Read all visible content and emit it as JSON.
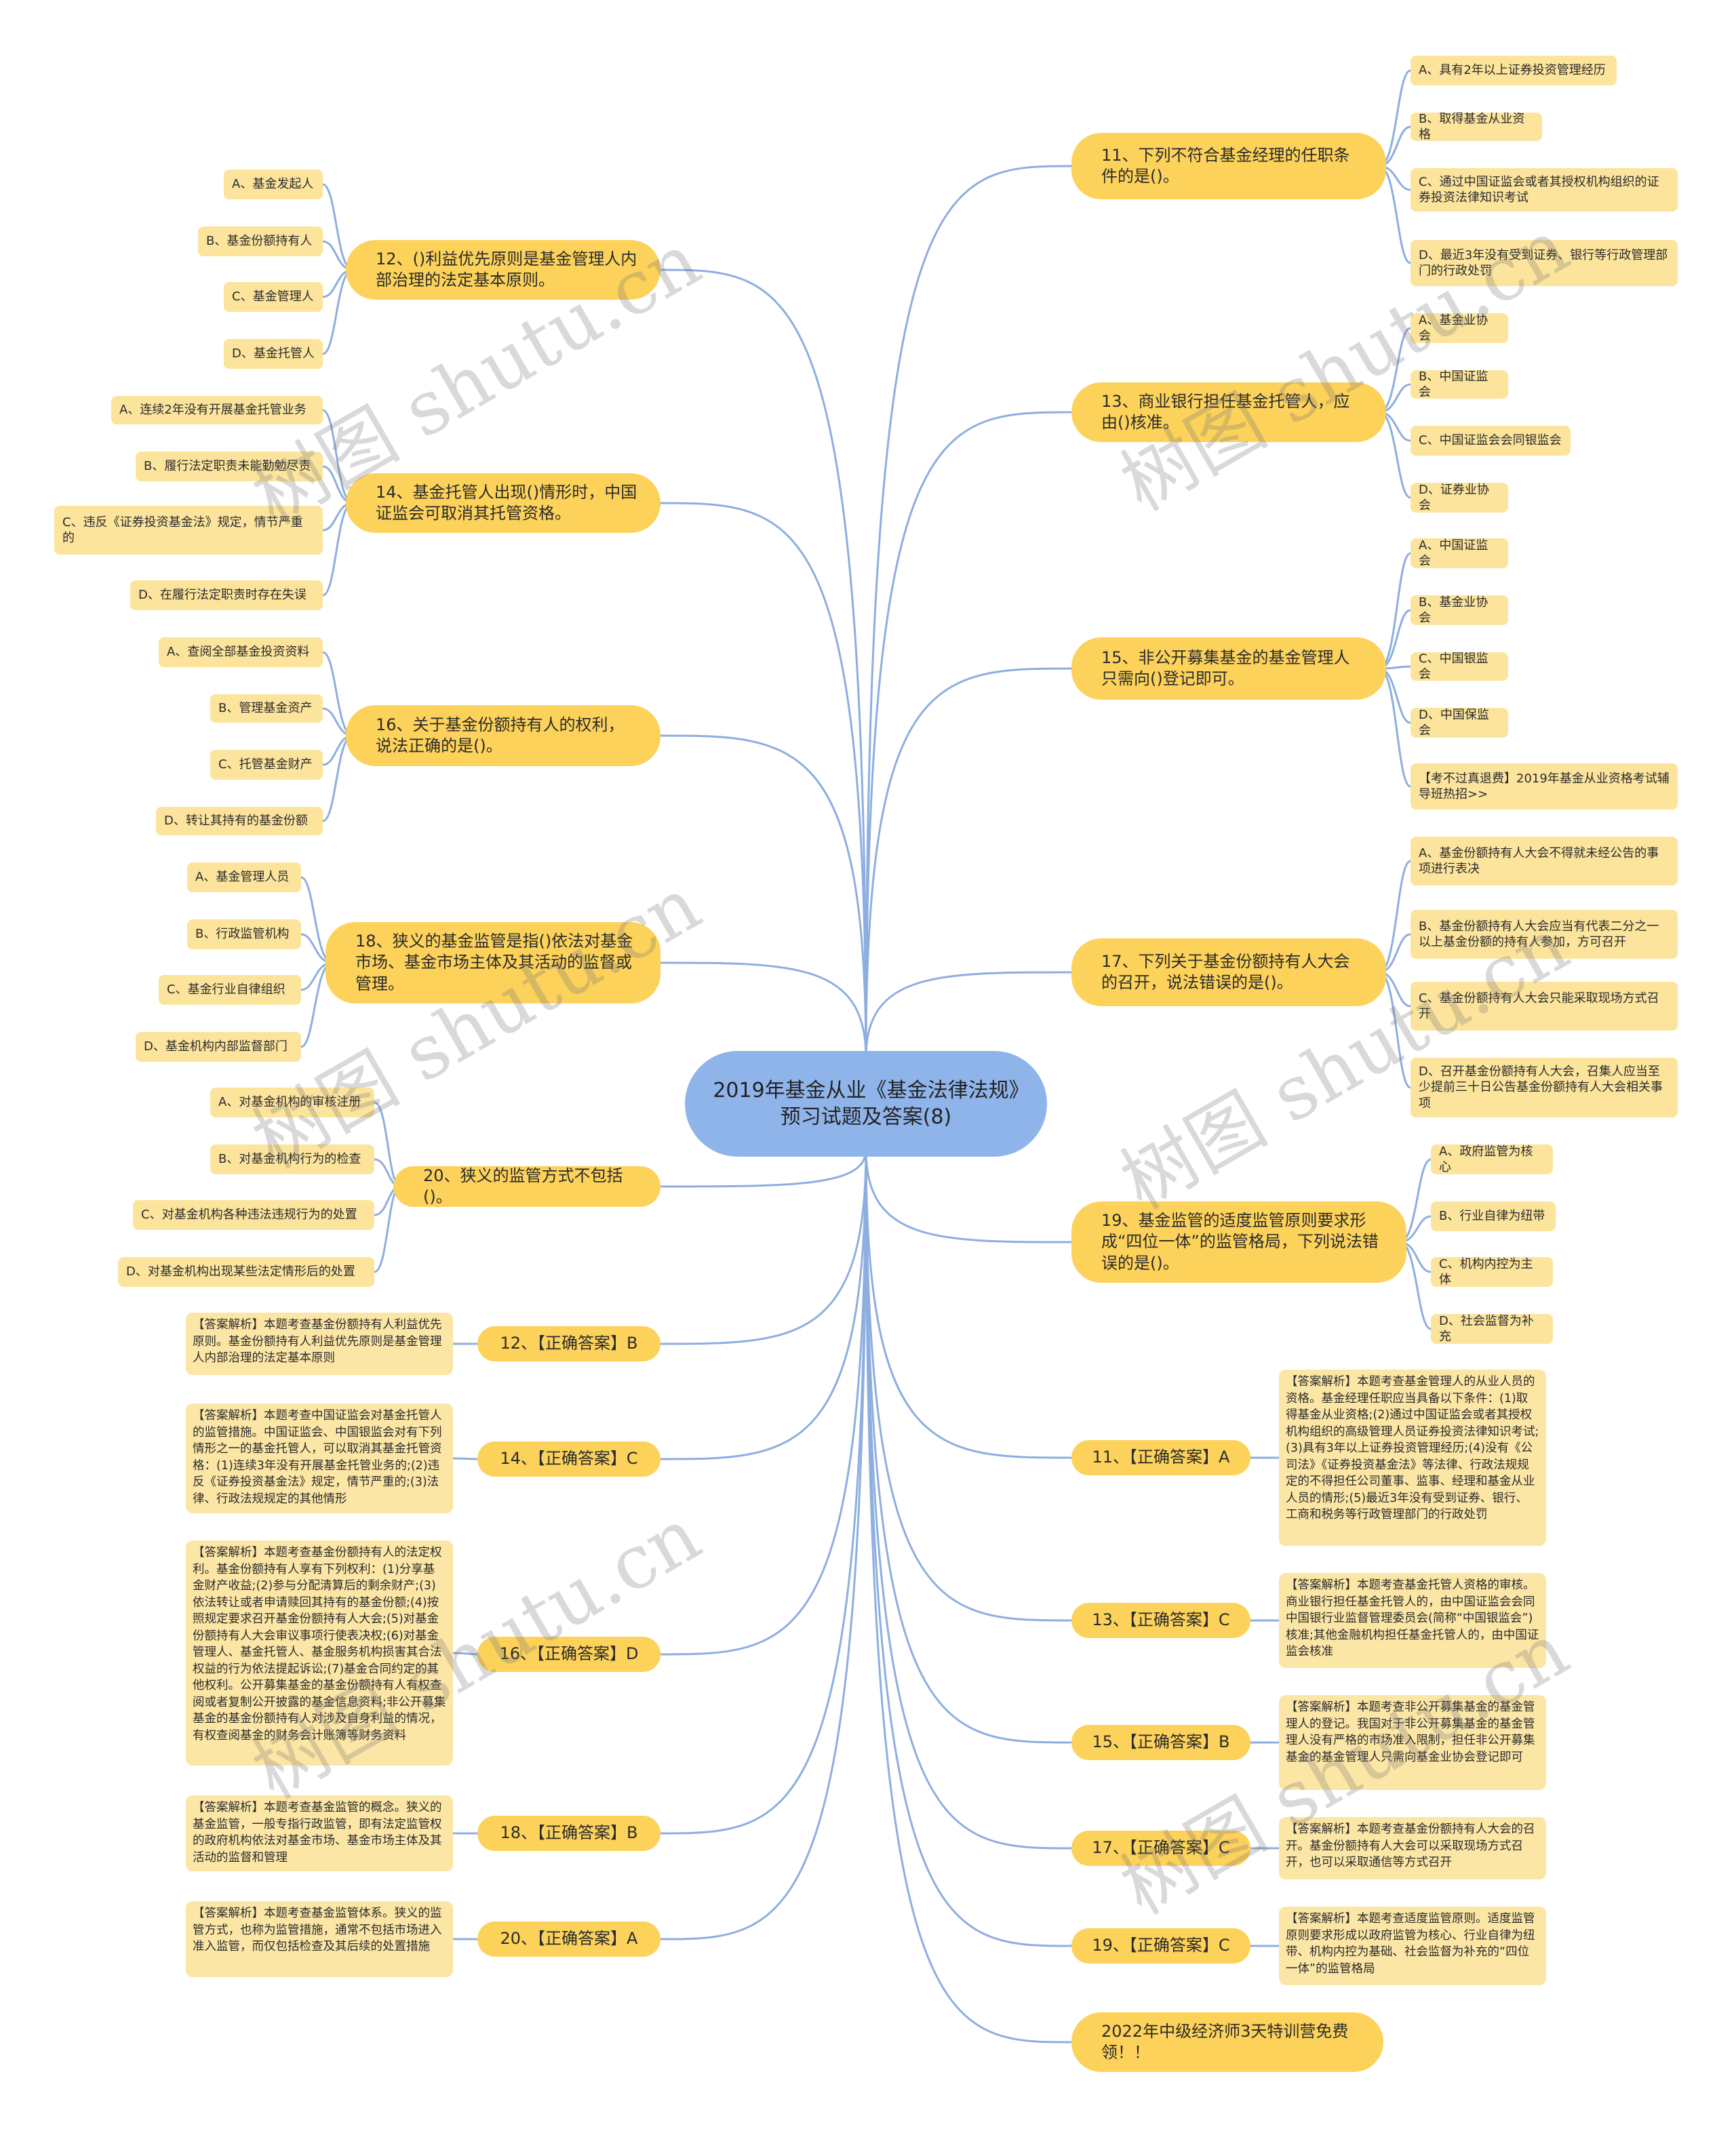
{
  "center": "2019年基金从业《基金法律法规》预习试题及答案(8)",
  "questions": {
    "q11": {
      "text": "11、下列不符合基金经理的任职条件的是()。",
      "options": [
        "A、具有2年以上证券投资管理经历",
        "B、取得基金从业资格",
        "C、通过中国证监会或者其授权机构组织的证券投资法律知识考试",
        "D、最近3年没有受到证券、银行等行政管理部门的行政处罚"
      ]
    },
    "q12": {
      "text": "12、()利益优先原则是基金管理人内部治理的法定基本原则。",
      "options": [
        "A、基金发起人",
        "B、基金份额持有人",
        "C、基金管理人",
        "D、基金托管人"
      ]
    },
    "q13": {
      "text": "13、商业银行担任基金托管人，应由()核准。",
      "options": [
        "A、基金业协会",
        "B、中国证监会",
        "C、中国证监会会同银监会",
        "D、证券业协会"
      ]
    },
    "q14": {
      "text": "14、基金托管人出现()情形时，中国证监会可取消其托管资格。",
      "options": [
        "A、连续2年没有开展基金托管业务",
        "B、履行法定职责未能勤勉尽责",
        "C、违反《证券投资基金法》规定，情节严重的",
        "D、在履行法定职责时存在失误"
      ]
    },
    "q15": {
      "text": "15、非公开募集基金的基金管理人只需向()登记即可。",
      "options": [
        "A、中国证监会",
        "B、基金业协会",
        "C、中国银监会",
        "D、中国保监会",
        "【考不过真退费】2019年基金从业资格考试辅导班热招>>"
      ]
    },
    "q16": {
      "text": "16、关于基金份额持有人的权利，说法正确的是()。",
      "options": [
        "A、查阅全部基金投资资料",
        "B、管理基金资产",
        "C、托管基金财产",
        "D、转让其持有的基金份额"
      ]
    },
    "q17": {
      "text": "17、下列关于基金份额持有人大会的召开，说法错误的是()。",
      "options": [
        "A、基金份额持有人大会不得就未经公告的事项进行表决",
        "B、基金份额持有人大会应当有代表二分之一以上基金份额的持有人参加，方可召开",
        "C、基金份额持有人大会只能采取现场方式召开",
        "D、召开基金份额持有人大会，召集人应当至少提前三十日公告基金份额持有人大会相关事项"
      ]
    },
    "q18": {
      "text": "18、狭义的基金监管是指()依法对基金市场、基金市场主体及其活动的监督或管理。",
      "options": [
        "A、基金管理人员",
        "B、行政监管机构",
        "C、基金行业自律组织",
        "D、基金机构内部监督部门"
      ]
    },
    "q19": {
      "text": "19、基金监管的适度监管原则要求形成“四位一体”的监管格局，下列说法错误的是()。",
      "options": [
        "A、政府监管为核心",
        "B、行业自律为纽带",
        "C、机构内控为主体",
        "D、社会监督为补充"
      ]
    },
    "q20": {
      "text": "20、狭义的监管方式不包括()。",
      "options": [
        "A、对基金机构的审核注册",
        "B、对基金机构行为的检查",
        "C、对基金机构各种违法违规行为的处置",
        "D、对基金机构出现某些法定情形后的处置"
      ]
    }
  },
  "answers": {
    "a11": {
      "text": "11、【正确答案】A",
      "explanation": "【答案解析】本题考查基金管理人的从业人员的资格。基金经理任职应当具备以下条件：(1)取得基金从业资格;(2)通过中国证监会或者其授权机构组织的高级管理人员证券投资法律知识考试;(3)具有3年以上证券投资管理经历;(4)没有《公司法》《证券投资基金法》等法律、行政法规规定的不得担任公司董事、监事、经理和基金从业人员的情形;(5)最近3年没有受到证券、银行、工商和税务等行政管理部门的行政处罚"
    },
    "a12": {
      "text": "12、【正确答案】B",
      "explanation": "【答案解析】本题考查基金份额持有人利益优先原则。基金份额持有人利益优先原则是基金管理人内部治理的法定基本原则"
    },
    "a13": {
      "text": "13、【正确答案】C",
      "explanation": "【答案解析】本题考查基金托管人资格的审核。商业银行担任基金托管人的，由中国证监会会同中国银行业监督管理委员会(简称“中国银监会”)核准;其他金融机构担任基金托管人的，由中国证监会核准"
    },
    "a14": {
      "text": "14、【正确答案】C",
      "explanation": "【答案解析】本题考查中国证监会对基金托管人的监管措施。中国证监会、中国银监会对有下列情形之一的基金托管人，可以取消其基金托管资格：(1)连续3年没有开展基金托管业务的;(2)违反《证券投资基金法》规定，情节严重的;(3)法律、行政法规规定的其他情形"
    },
    "a15": {
      "text": "15、【正确答案】B",
      "explanation": "【答案解析】本题考查非公开募集基金的基金管理人的登记。我国对于非公开募集基金的基金管理人没有严格的市场准入限制，担任非公开募集基金的基金管理人只需向基金业协会登记即可"
    },
    "a16": {
      "text": "16、【正确答案】D",
      "explanation": "【答案解析】本题考查基金份额持有人的法定权利。基金份额持有人享有下列权利：(1)分享基金财产收益;(2)参与分配清算后的剩余财产;(3)依法转让或者申请赎回其持有的基金份额;(4)按照规定要求召开基金份额持有人大会;(5)对基金份额持有人大会审议事项行使表决权;(6)对基金管理人、基金托管人、基金服务机构损害其合法权益的行为依法提起诉讼;(7)基金合同约定的其他权利。公开募集基金的基金份额持有人有权查阅或者复制公开披露的基金信息资料;非公开募集基金的基金份额持有人对涉及自身利益的情况，有权查阅基金的财务会计账簿等财务资料"
    },
    "a17": {
      "text": "17、【正确答案】C",
      "explanation": "【答案解析】本题考查基金份额持有人大会的召开。基金份额持有人大会可以采取现场方式召开，也可以采取通信等方式召开"
    },
    "a18": {
      "text": "18、【正确答案】B",
      "explanation": "【答案解析】本题考查基金监管的概念。狭义的基金监管，一般专指行政监管，即有法定监管权的政府机构依法对基金市场、基金市场主体及其活动的监督和管理"
    },
    "a19": {
      "text": "19、【正确答案】C",
      "explanation": "【答案解析】本题考查适度监管原则。适度监管原则要求形成以政府监管为核心、行业自律为纽带、机构内控为基础、社会监督为补充的“四位一体”的监管格局"
    },
    "a20": {
      "text": "20、【正确答案】A",
      "explanation": "【答案解析】本题考查基金监管体系。狭义的监管方式，也称为监管措施，通常不包括市场进入准入监管，而仅包括检查及其后续的处置措施"
    }
  },
  "promo": "2022年中级经济师3天特训营免费领！！",
  "watermark": "树图 shutu.cn",
  "colors": {
    "center": "#8fb4ea",
    "node": "#fcd25a",
    "option": "#fce49c",
    "line": "#8eaee0"
  }
}
